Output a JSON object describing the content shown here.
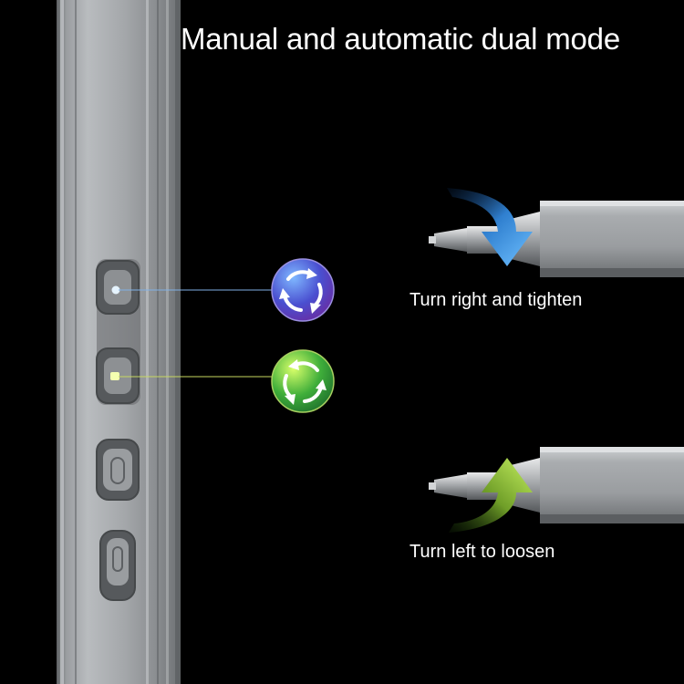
{
  "title": "Manual and automatic dual mode",
  "modes": [
    {
      "icon": "rotate-arrows-icon",
      "color": "#5b5fd6",
      "led": "#cfe9ff"
    },
    {
      "icon": "rotate-arrows-icon",
      "color": "#4fae3a",
      "led": "#f4ffb0"
    }
  ],
  "directions": {
    "tighten": {
      "label": "Turn right and tighten",
      "arrow_color": "#3f8fd8"
    },
    "loosen": {
      "label": "Turn left to loosen",
      "arrow_color": "#8fc23c"
    }
  },
  "colors": {
    "background": "#000000",
    "body": "#8a8d90"
  }
}
